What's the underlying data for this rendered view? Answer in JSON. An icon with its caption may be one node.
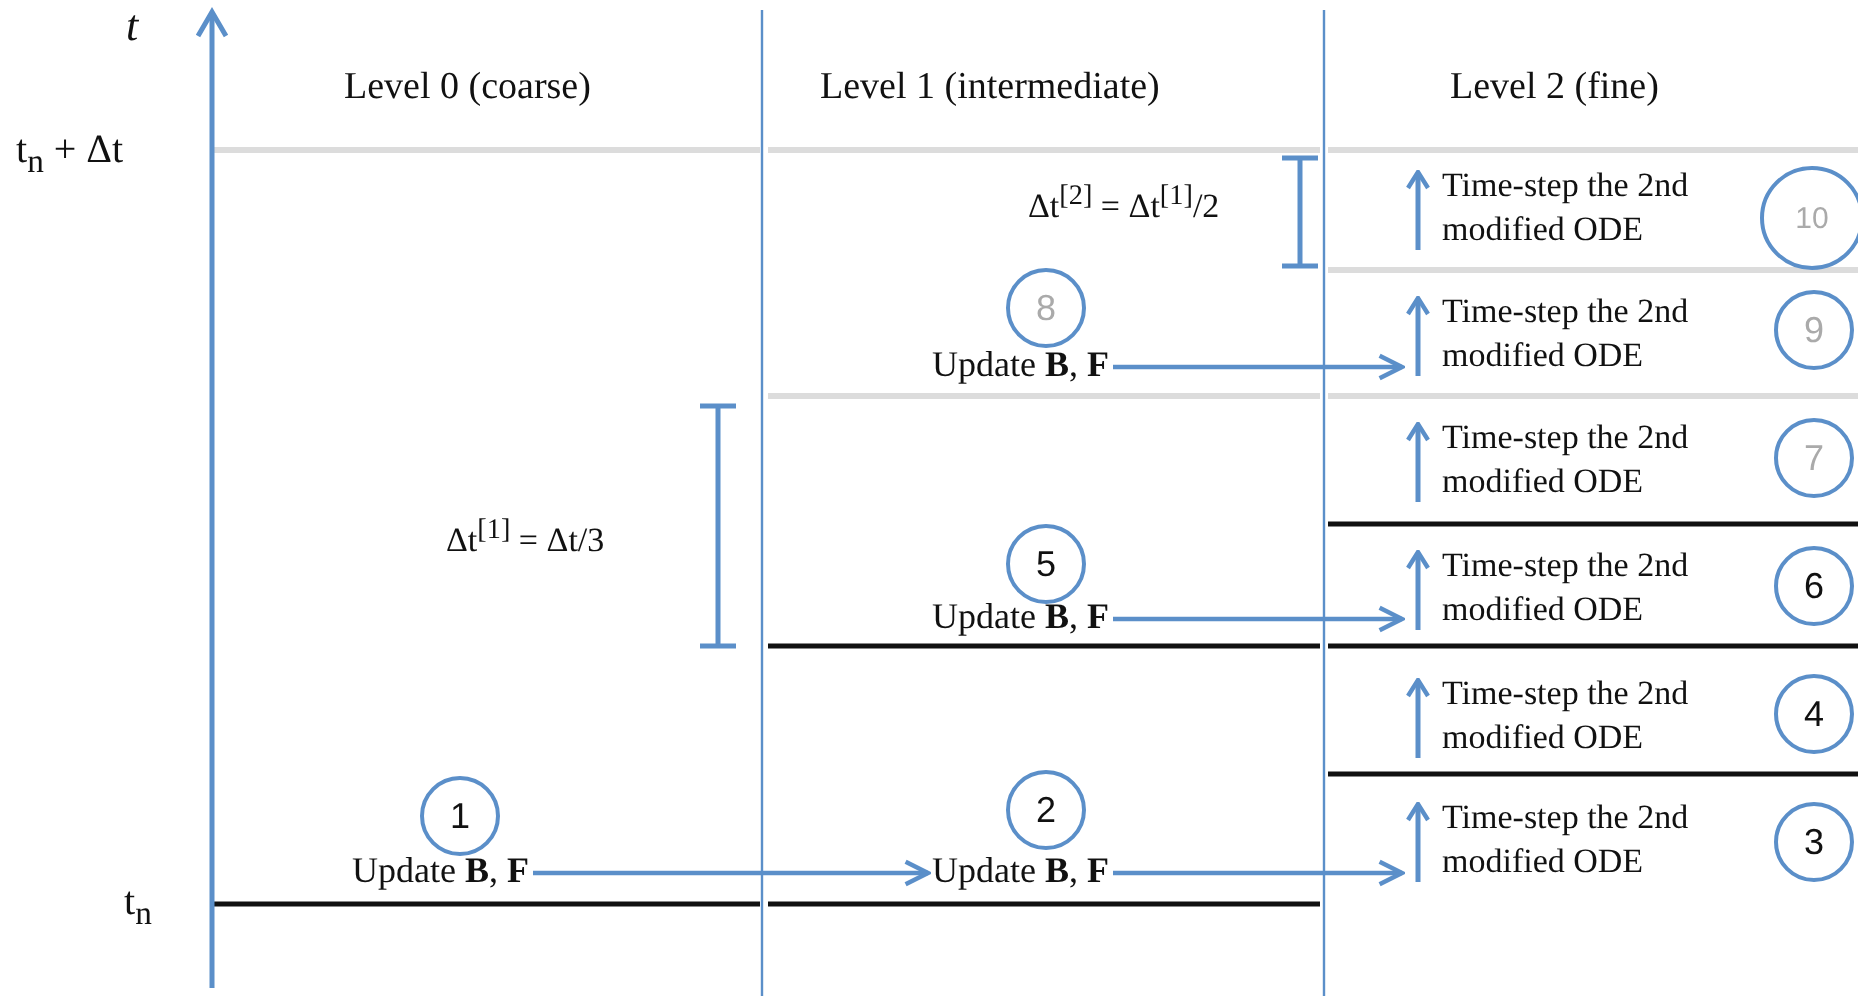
{
  "diagram": {
    "nodes": [
      {
        "text": [
          "1"
        ]
      },
      {
        "text": [
          "Update **B**, **F**"
        ]
      },
      {
        "text": [
          "2"
        ]
      },
      {
        "text": [
          "Update **B**, **F**"
        ]
      },
      {
        "text": [
          "Time-step the 2nd modified ODE"
        ]
      },
      {
        "text": [
          "3"
        ]
      },
      {
        "text": [
          "Time-step the 2nd modified ODE"
        ]
      },
      {
        "text": [
          "4"
        ]
      },
      {
        "text": [
          "5"
        ]
      },
      {
        "text": [
          "Update **B**, **F**"
        ]
      },
      {
        "text": [
          "Time-step the 2nd modified ODE"
        ]
      },
      {
        "text": [
          "6"
        ]
      },
      {
        "text": [
          "Time-step the 2nd modified ODE"
        ]
      },
      {
        "text": [
          "7"
        ]
      },
      {
        "text": [
          "8"
        ]
      },
      {
        "text": [
          "Update **B**, **F**"
        ]
      },
      {
        "text": [
          "Time-step the 2nd modified ODE"
        ]
      },
      {
        "text": [
          "9"
        ]
      },
      {
        "text": [
          "Time-step the 2nd modified ODE"
        ]
      },
      {
        "text": [
          "10"
        ]
      }
    ],
    "edges": [
      {
        "from": 1,
        "to": 3,
        "arrow": "to"
      },
      {
        "from": 3,
        "to": 4,
        "arrow": "to"
      },
      {
        "from": 9,
        "to": 10,
        "arrow": "to"
      },
      {
        "from": 15,
        "to": 16,
        "arrow": "to"
      }
    ],
    "labels": [
      "t",
      "Level 0 (coarse)",
      "Level 1 (intermediate)",
      "Level 2 (fine)",
      "t$_{n}$ + Δt",
      "Δt$^{[2]}$ = Δt$^{[1]}$/2",
      "Δt$^{[1]}$ = Δt/3",
      "t$_{n}$"
    ]
  }
}
